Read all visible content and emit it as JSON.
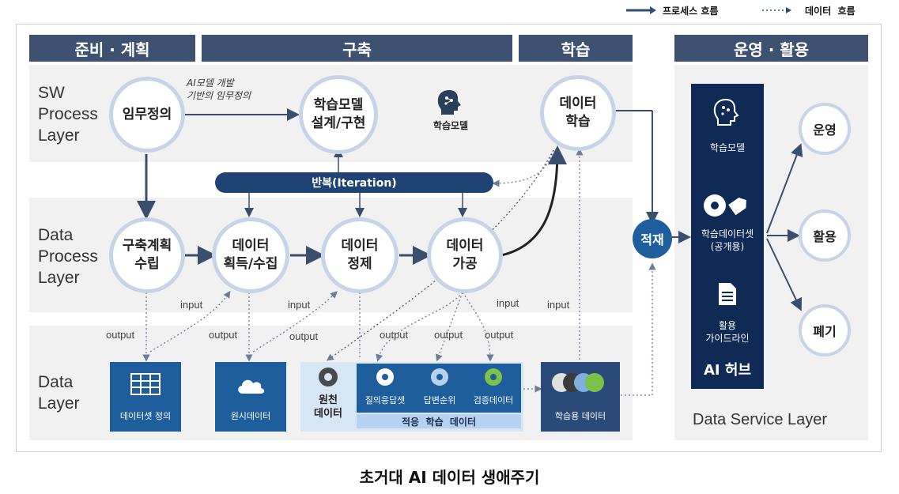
{
  "legend": {
    "process_flow": "프로세스 흐름",
    "data_flow": "데이터  흐름"
  },
  "headers": {
    "prep": "준비 · 계획",
    "build": "구축",
    "learn": "학습",
    "ops": "운영 · 활용"
  },
  "layers": {
    "sw": "SW\nProcess\nLayer",
    "data_process": "Data\nProcess\nLayer",
    "data": "Data\nLayer",
    "service": "Data Service Layer"
  },
  "nodes": {
    "mission": "임무정의",
    "ai_model_note": "AI모델 개발\n기반의 임무정의",
    "model_design": "학습모델\n설계/구현",
    "model_icon_label": "학습모델",
    "data_learning": "데이터\n학습",
    "iteration": "반복(Iteration)",
    "build_plan": "구축계획\n수립",
    "acquire": "데이터\n획득/수집",
    "refine": "데이터\n정제",
    "process": "데이터\n가공",
    "load": "적재"
  },
  "flow_labels": {
    "input": "input",
    "output": "output"
  },
  "data_boxes": {
    "dataset_def": "데이터셋 정의",
    "raw_data": "원시데이터",
    "source_data": "원천\n데이터",
    "qa_set": "질의응답셋",
    "answer_rank": "답변순위",
    "validation": "검증데이터",
    "adapt_label": "적응  학습  데이터",
    "training_data": "학습용 데이터"
  },
  "hub": {
    "model": "학습모델",
    "dataset": "학습데이터셋\n(공개용)",
    "guide": "활용\n가이드라인",
    "title": "AI 허브"
  },
  "outcomes": {
    "operate": "운영",
    "utilize": "활용",
    "dispose": "폐기"
  },
  "caption": "초거대 AI 데이터 생애주기",
  "colors": {
    "header": "#3e5170",
    "node_border": "#c6d4e8",
    "accent": "#1f5e9c",
    "hub": "#0f2a55",
    "arrow": "#3a4f6e"
  }
}
